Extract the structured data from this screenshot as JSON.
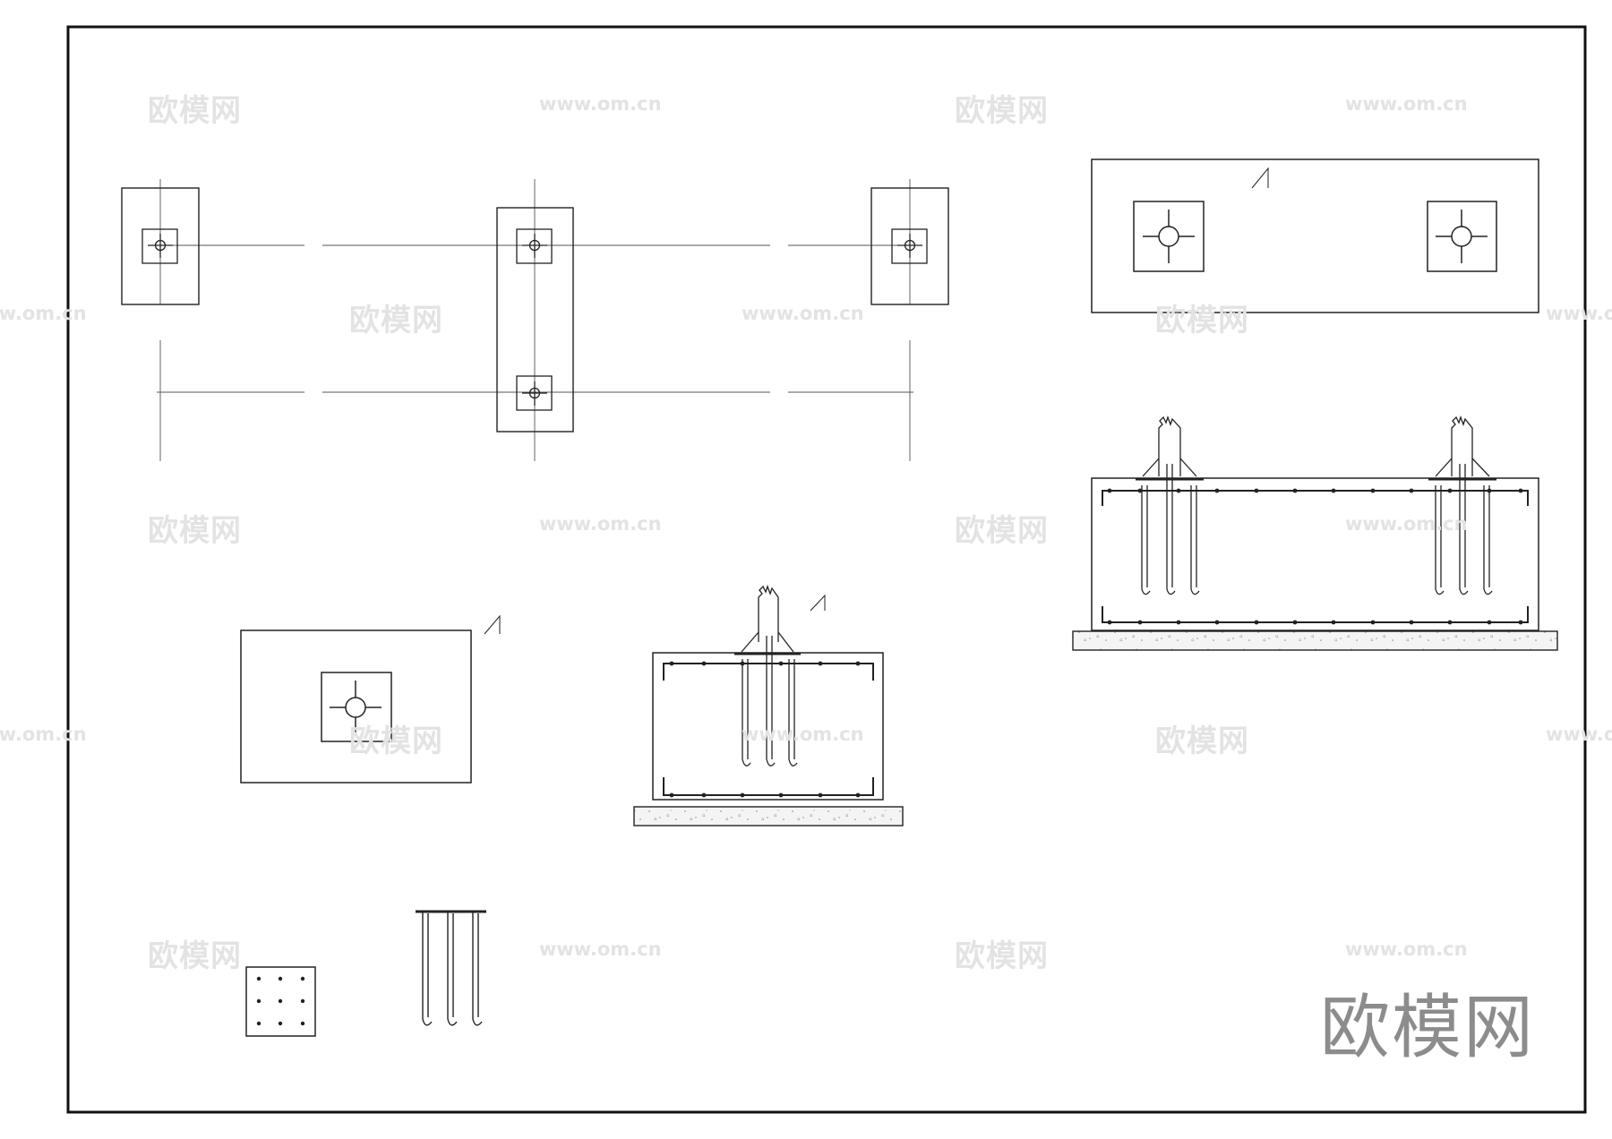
{
  "watermarks": {
    "cn_text": "欧模网",
    "url_text": "www.om.cn"
  },
  "brand_text": "欧模网"
}
